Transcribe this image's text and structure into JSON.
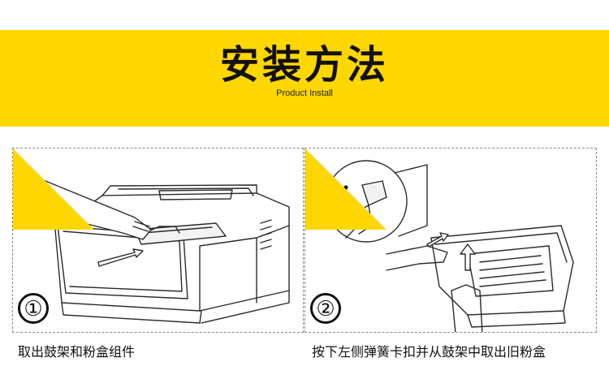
{
  "header": {
    "title": "安装方法",
    "subtitle": "Product Install"
  },
  "steps": [
    {
      "number": "①",
      "caption": "取出鼓架和粉盒组件"
    },
    {
      "number": "②",
      "caption": "按下左侧弹簧卡扣并从鼓架中取出旧粉盒"
    }
  ],
  "colors": {
    "accent": "#ffd700",
    "text": "#111111",
    "border": "#8a8a8a"
  }
}
